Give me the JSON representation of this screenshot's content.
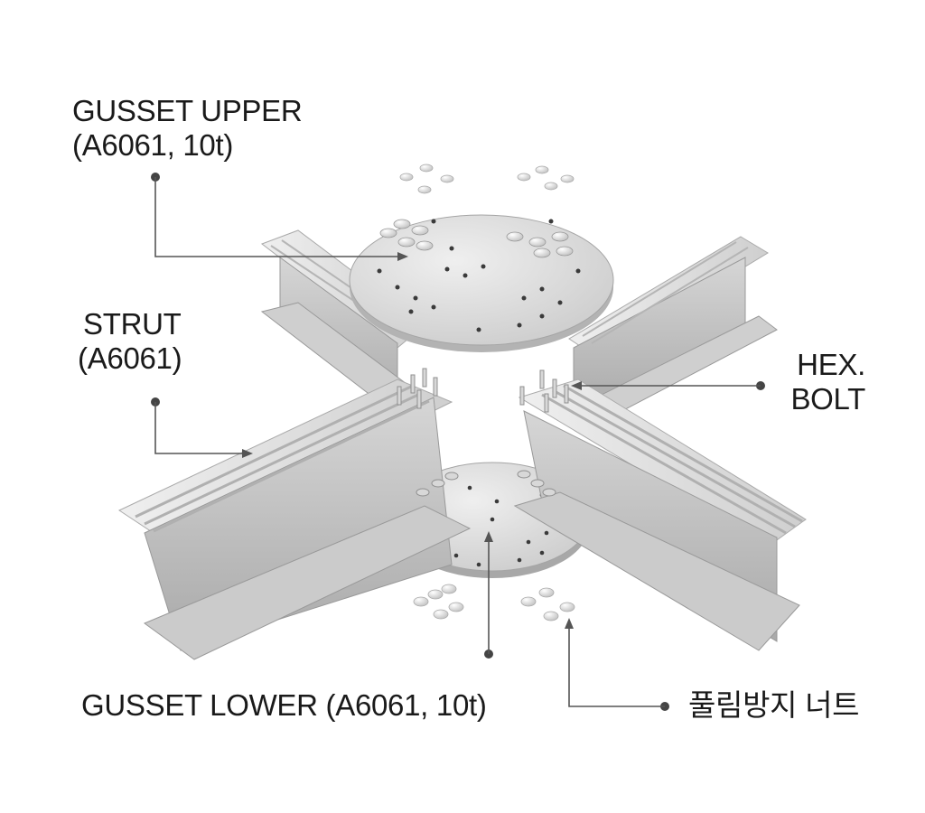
{
  "callouts": {
    "gusset_upper": {
      "line1": "GUSSET UPPER",
      "line2": "(A6061, 10t)"
    },
    "strut": {
      "line1": "STRUT",
      "line2": "(A6061)"
    },
    "hex_bolt": {
      "line1": "HEX.",
      "line2": "BOLT"
    },
    "gusset_lower": {
      "line1": "GUSSET LOWER (A6061, 10t)"
    },
    "lock_nut": {
      "line1": "풀림방지 너트"
    }
  },
  "colors": {
    "leader": "#555555",
    "metal_light": "#e4e4e4",
    "metal_mid": "#c4c4c4",
    "metal_dark": "#9a9a9a",
    "text": "#1a1a1a"
  }
}
